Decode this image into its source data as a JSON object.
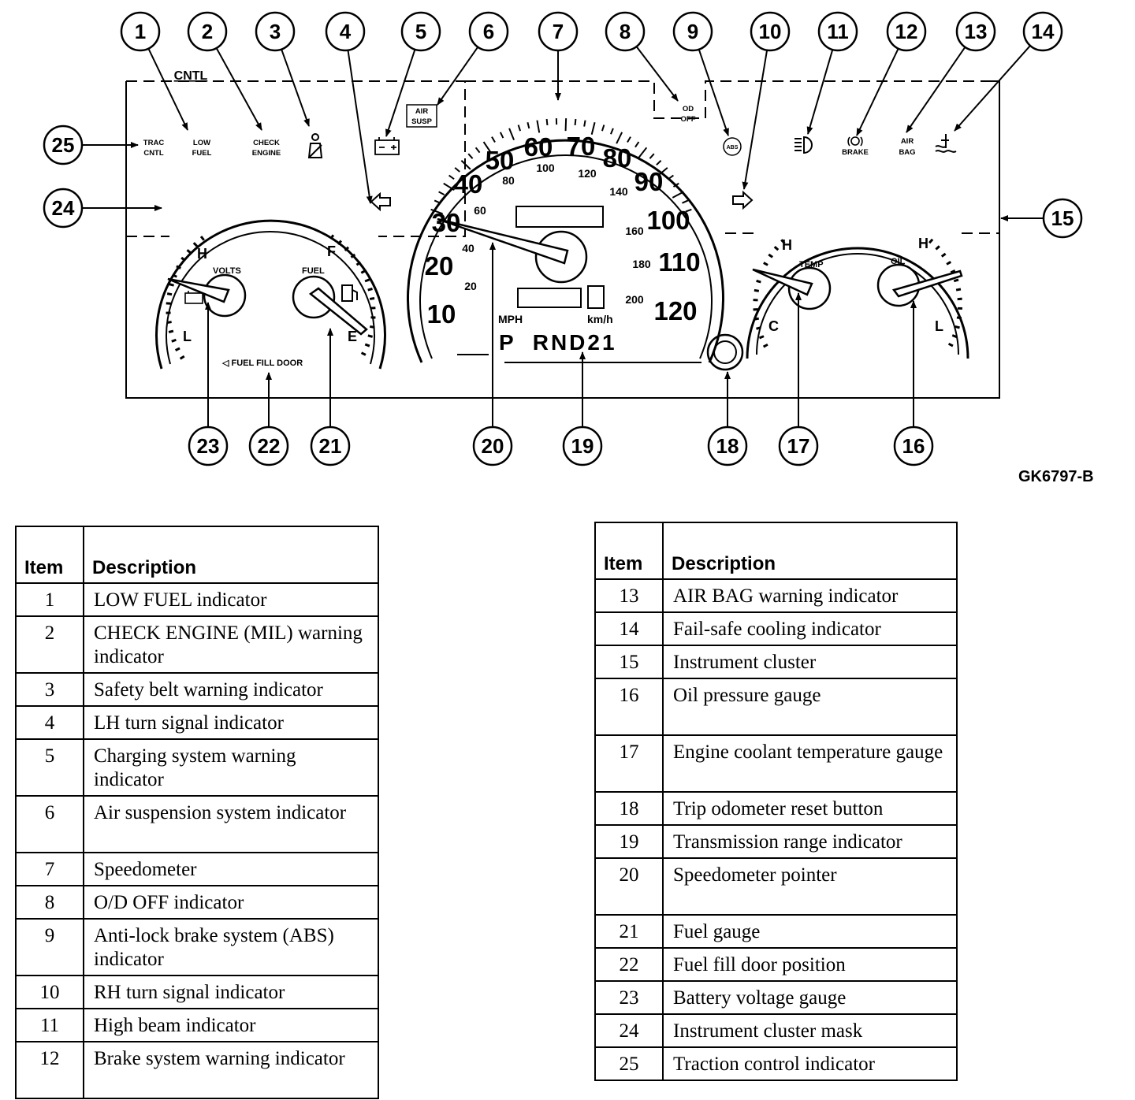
{
  "figure_id": "GK6797-B",
  "callouts": [
    "1",
    "2",
    "3",
    "4",
    "5",
    "6",
    "7",
    "8",
    "9",
    "10",
    "11",
    "12",
    "13",
    "14",
    "15",
    "16",
    "17",
    "18",
    "19",
    "20",
    "21",
    "22",
    "23",
    "24",
    "25"
  ],
  "cluster": {
    "cntl": "CNTL",
    "trac_cntl": [
      "TRAC",
      "CNTL"
    ],
    "low_fuel": [
      "LOW",
      "FUEL"
    ],
    "check_engine": [
      "CHECK",
      "ENGINE"
    ],
    "air_susp": [
      "AIR",
      "SUSP"
    ],
    "od_off": [
      "OD",
      "OFF"
    ],
    "abs": "ABS",
    "brake": "BRAKE",
    "air_bag": [
      "AIR",
      "BAG"
    ],
    "volts": "VOLTS",
    "fuel": "FUEL",
    "temp": "TEMP",
    "oil": "OIL",
    "gauge_h": "H",
    "gauge_l": "L",
    "gauge_f": "F",
    "gauge_e": "E",
    "gauge_c": "C",
    "fuel_fill_door": "◁ FUEL FILL DOOR",
    "mph_scale": [
      "10",
      "20",
      "30",
      "40",
      "50",
      "60",
      "70",
      "80",
      "90",
      "100",
      "110",
      "120"
    ],
    "kmh_scale": [
      "20",
      "40",
      "60",
      "80",
      "100",
      "120",
      "140",
      "160",
      "180",
      "200"
    ],
    "mph": "MPH",
    "kmh": "km/h",
    "prndl": "P  RND21"
  },
  "table_headers": {
    "item": "Item",
    "description": "Description"
  },
  "items_left": [
    {
      "num": "1",
      "desc": "LOW FUEL indicator"
    },
    {
      "num": "2",
      "desc": "CHECK ENGINE (MIL) warning indicator"
    },
    {
      "num": "3",
      "desc": "Safety belt warning indicator"
    },
    {
      "num": "4",
      "desc": "LH turn signal indicator"
    },
    {
      "num": "5",
      "desc": "Charging system warning indicator"
    },
    {
      "num": "6",
      "desc": "Air suspension system indicator"
    },
    {
      "num": "7",
      "desc": "Speedometer"
    },
    {
      "num": "8",
      "desc": "O/D OFF indicator"
    },
    {
      "num": "9",
      "desc": "Anti-lock brake system (ABS) indicator"
    },
    {
      "num": "10",
      "desc": "RH turn signal indicator"
    },
    {
      "num": "11",
      "desc": "High beam indicator"
    },
    {
      "num": "12",
      "desc": "Brake system warning indicator"
    }
  ],
  "items_right": [
    {
      "num": "13",
      "desc": "AIR BAG warning indicator"
    },
    {
      "num": "14",
      "desc": "Fail-safe cooling indicator"
    },
    {
      "num": "15",
      "desc": "Instrument cluster"
    },
    {
      "num": "16",
      "desc": "Oil pressure gauge"
    },
    {
      "num": "17",
      "desc": "Engine coolant temperature gauge"
    },
    {
      "num": "18",
      "desc": "Trip odometer reset button"
    },
    {
      "num": "19",
      "desc": "Transmission range indicator"
    },
    {
      "num": "20",
      "desc": "Speedometer pointer"
    },
    {
      "num": "21",
      "desc": "Fuel gauge"
    },
    {
      "num": "22",
      "desc": "Fuel fill door position"
    },
    {
      "num": "23",
      "desc": "Battery voltage gauge"
    },
    {
      "num": "24",
      "desc": "Instrument cluster mask"
    },
    {
      "num": "25",
      "desc": "Traction control indicator"
    }
  ]
}
